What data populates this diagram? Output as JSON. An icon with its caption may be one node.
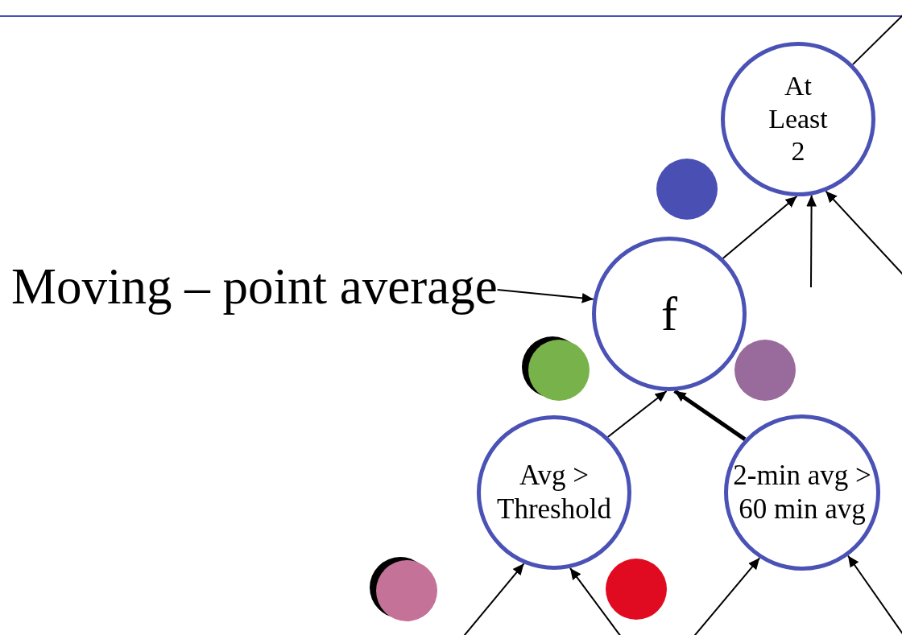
{
  "diagram": {
    "nodes": [
      {
        "text": [
          "At Least 2"
        ]
      },
      {
        "text": [
          "Moving – point average"
        ]
      },
      {
        "text": [
          "f"
        ]
      },
      {
        "text": [
          "Avg > Threshold"
        ]
      },
      {
        "text": [
          "2-min avg > 60 min avg"
        ]
      },
      {
        "text": [],
        "shape": "circle"
      },
      {
        "text": [],
        "shape": "circle"
      },
      {
        "text": [],
        "shape": "circle"
      },
      {
        "text": [],
        "shape": "circle"
      },
      {
        "text": [],
        "shape": "circle"
      }
    ],
    "edges": [
      {
        "from": 0,
        "to": null,
        "arrow": "none"
      },
      {
        "from": 2,
        "to": 0,
        "arrow": "to"
      },
      {
        "from": null,
        "to": 0,
        "arrow": "to"
      },
      {
        "from": null,
        "to": 0,
        "arrow": "to"
      },
      {
        "from": 1,
        "to": 2,
        "arrow": "to"
      },
      {
        "from": 3,
        "to": 2,
        "arrow": "to"
      },
      {
        "from": 4,
        "to": 2,
        "arrow": "to",
        "style": "thick"
      },
      {
        "from": null,
        "to": 3,
        "arrow": "to"
      },
      {
        "from": null,
        "to": 3,
        "arrow": "to"
      },
      {
        "from": null,
        "to": 4,
        "arrow": "to"
      },
      {
        "from": null,
        "to": 4,
        "arrow": "to"
      }
    ]
  }
}
